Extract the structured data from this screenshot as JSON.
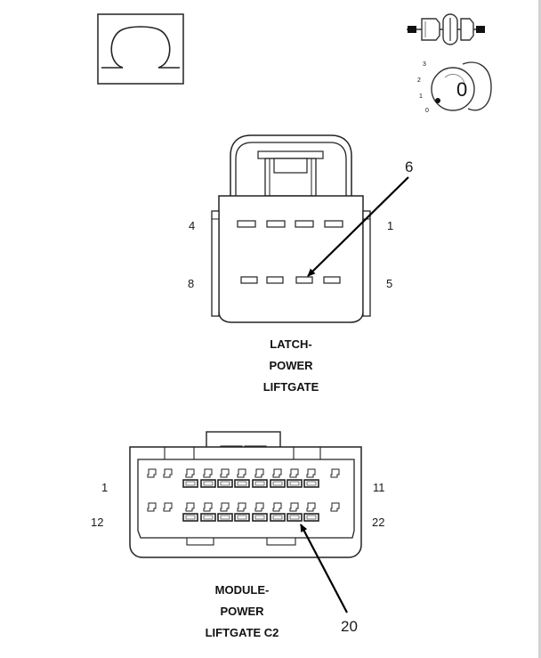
{
  "symbols": {
    "connector_type_icon": "omega-symbol-icon",
    "connector_end_icon": "connector-end-view-icon",
    "ignition_icon": "ignition-switch-icon",
    "ignition_positions": [
      "3",
      "2",
      "1",
      "0"
    ],
    "ignition_key_label": "0"
  },
  "connector_top": {
    "caption_lines": [
      "LATCH-",
      "POWER",
      "LIFTGATE"
    ],
    "pin_labels": {
      "top_left": "4",
      "top_right": "1",
      "bottom_left": "8",
      "bottom_right": "5"
    },
    "pointer_label": "6"
  },
  "connector_bottom": {
    "caption_lines": [
      "MODULE-",
      "POWER",
      "LIFTGATE C2"
    ],
    "pin_labels": {
      "top_left": "1",
      "top_right": "11",
      "bottom_left": "12",
      "bottom_right": "22"
    },
    "pointer_label": "20"
  }
}
